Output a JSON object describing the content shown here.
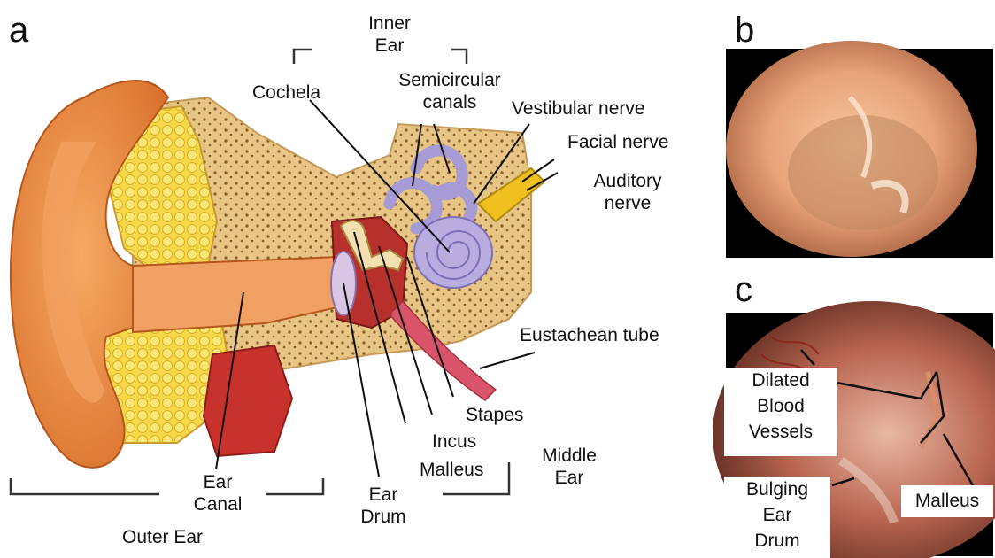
{
  "panels": {
    "a": "a",
    "b": "b",
    "c": "c"
  },
  "anatomy_labels": {
    "inner_ear": [
      "Inner",
      "Ear"
    ],
    "cochela": "Cochela",
    "semicircular_canals": [
      "Semicircular",
      "canals"
    ],
    "vestibular_nerve": "Vestibular nerve",
    "facial_nerve": "Facial nerve",
    "auditory_nerve": [
      "Auditory",
      "nerve"
    ],
    "eustachean_tube": "Eustachean tube",
    "stapes": "Stapes",
    "incus": "Incus",
    "malleus": "Malleus",
    "middle_ear": [
      "Middle",
      "Ear"
    ],
    "ear_drum": [
      "Ear",
      "Drum"
    ],
    "ear_canal": [
      "Ear",
      "Canal"
    ],
    "outer_ear": "Outer Ear"
  },
  "photo_c_labels": {
    "dilated_blood_vessels": [
      "Dilated",
      "Blood",
      "Vessels"
    ],
    "bulging_ear_drum": [
      "Bulging",
      "Ear",
      "Drum"
    ],
    "malleus": "Malleus"
  },
  "colors": {
    "skin": "#e8853e",
    "bone": "#e9cf93",
    "fat": "#f2d23a",
    "labyrinth": "#a79bd6",
    "muscle": "#c8322d",
    "photo_b": "#e9a070",
    "photo_c": "#b85a48"
  }
}
